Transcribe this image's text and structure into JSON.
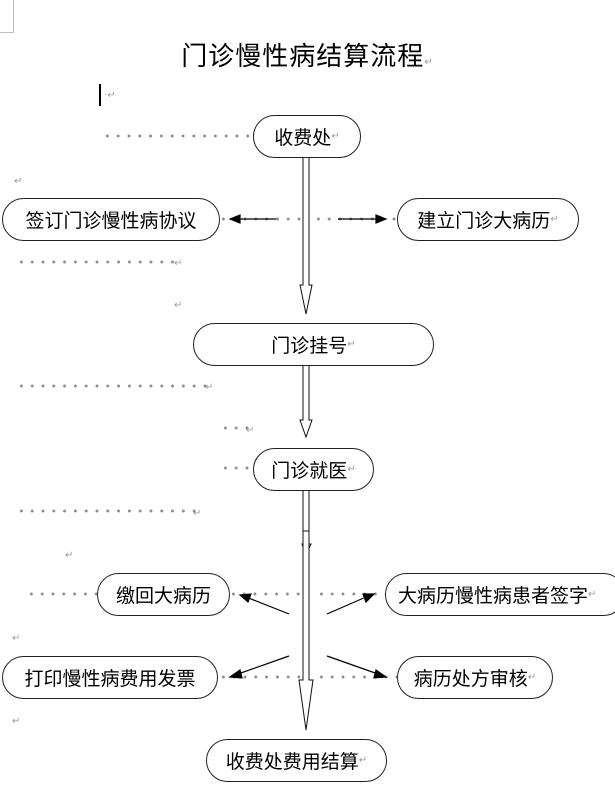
{
  "document": {
    "title": "门诊慢性病结算流程",
    "paragraph_mark": "↵"
  },
  "flowchart": {
    "main_steps": [
      {
        "id": "cashier",
        "label": "收费处"
      },
      {
        "id": "registration",
        "label": "门诊挂号"
      },
      {
        "id": "consultation",
        "label": "门诊就医"
      },
      {
        "id": "settlement",
        "label": "收费处费用结算"
      }
    ],
    "side_steps": [
      {
        "id": "sign-agreement",
        "label": "签订门诊慢性病协议",
        "side": "left",
        "from": "cashier"
      },
      {
        "id": "create-record",
        "label": "建立门诊大病历",
        "side": "right",
        "from": "cashier"
      },
      {
        "id": "return-record",
        "label": "缴回大病历",
        "side": "left",
        "from": "consultation"
      },
      {
        "id": "patient-sign",
        "label": "大病历慢性病患者签字",
        "side": "right",
        "from": "consultation"
      },
      {
        "id": "print-invoice",
        "label": "打印慢性病费用发票",
        "side": "left",
        "from": "consultation"
      },
      {
        "id": "review-prescription",
        "label": "病历处方审核",
        "side": "right",
        "from": "consultation"
      }
    ]
  }
}
